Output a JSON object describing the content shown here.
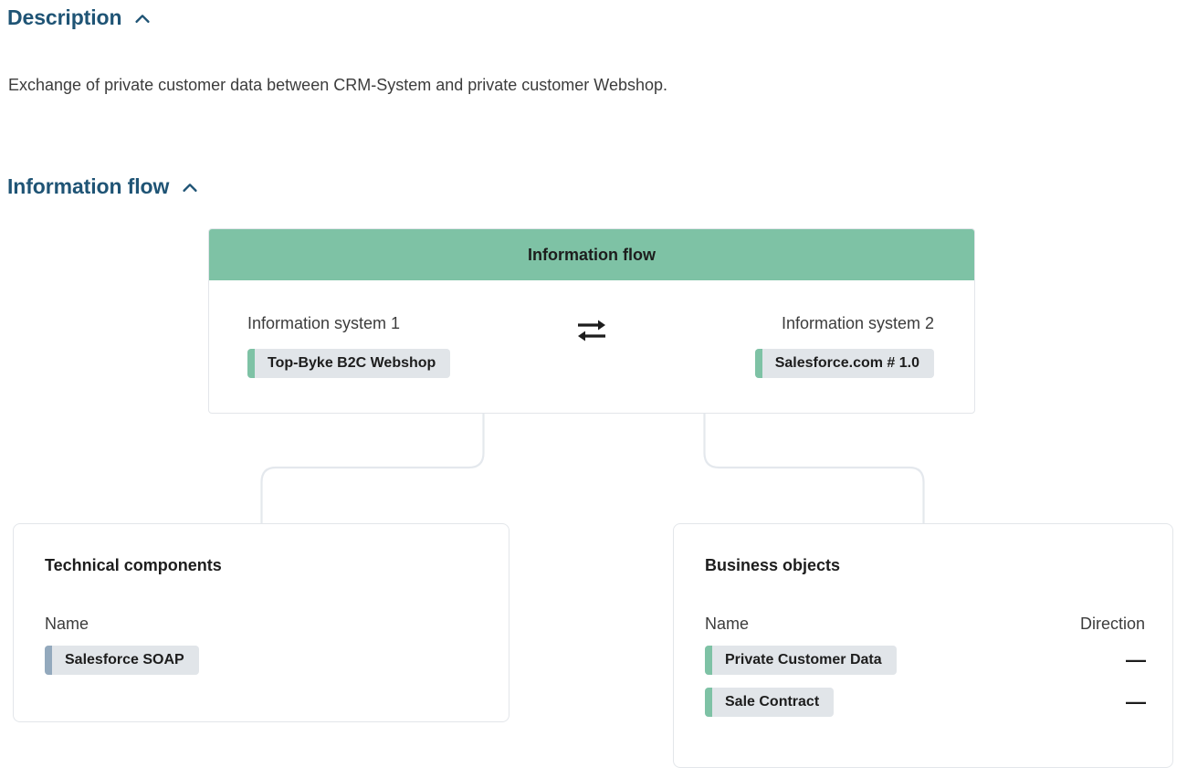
{
  "sections": [
    {
      "id": "description",
      "title": "Description",
      "toggle_icon": "chevron-up-icon",
      "expanded": true,
      "body_text": "Exchange of private customer data between CRM-System and private customer Webshop."
    },
    {
      "id": "information-flow",
      "title": "Information flow",
      "toggle_icon": "chevron-up-icon",
      "expanded": true
    }
  ],
  "information_flow_card": {
    "header_title": "Information flow",
    "header_color": "#7ec2a5",
    "exchange_icon": "bidirectional-arrows-icon",
    "systems": [
      {
        "label": "Information system 1",
        "badge": {
          "text": "Top-Byke B2C Webshop",
          "accent_color": "#7ec2a5"
        }
      },
      {
        "label": "Information system 2",
        "badge": {
          "text": "Salesforce.com # 1.0",
          "accent_color": "#7ec2a5"
        }
      }
    ]
  },
  "panels": [
    {
      "id": "technical-components",
      "title": "Technical components",
      "columns": [
        "Name"
      ],
      "rows": [
        {
          "name": "Salesforce SOAP",
          "accent_color": "#93a9bd",
          "direction": null
        }
      ]
    },
    {
      "id": "business-objects",
      "title": "Business objects",
      "columns": [
        "Name",
        "Direction"
      ],
      "rows": [
        {
          "name": "Private Customer Data",
          "accent_color": "#7ec2a5",
          "direction": "—"
        },
        {
          "name": "Sale Contract",
          "accent_color": "#7ec2a5",
          "direction": "—"
        }
      ]
    }
  ],
  "colors": {
    "heading": "#1f5475",
    "accent_green": "#7ec2a5",
    "accent_blue_gray": "#93a9bd",
    "badge_background": "#e1e5e9",
    "card_border": "#e3e6ea",
    "connector_line": "#e4e8ed"
  }
}
